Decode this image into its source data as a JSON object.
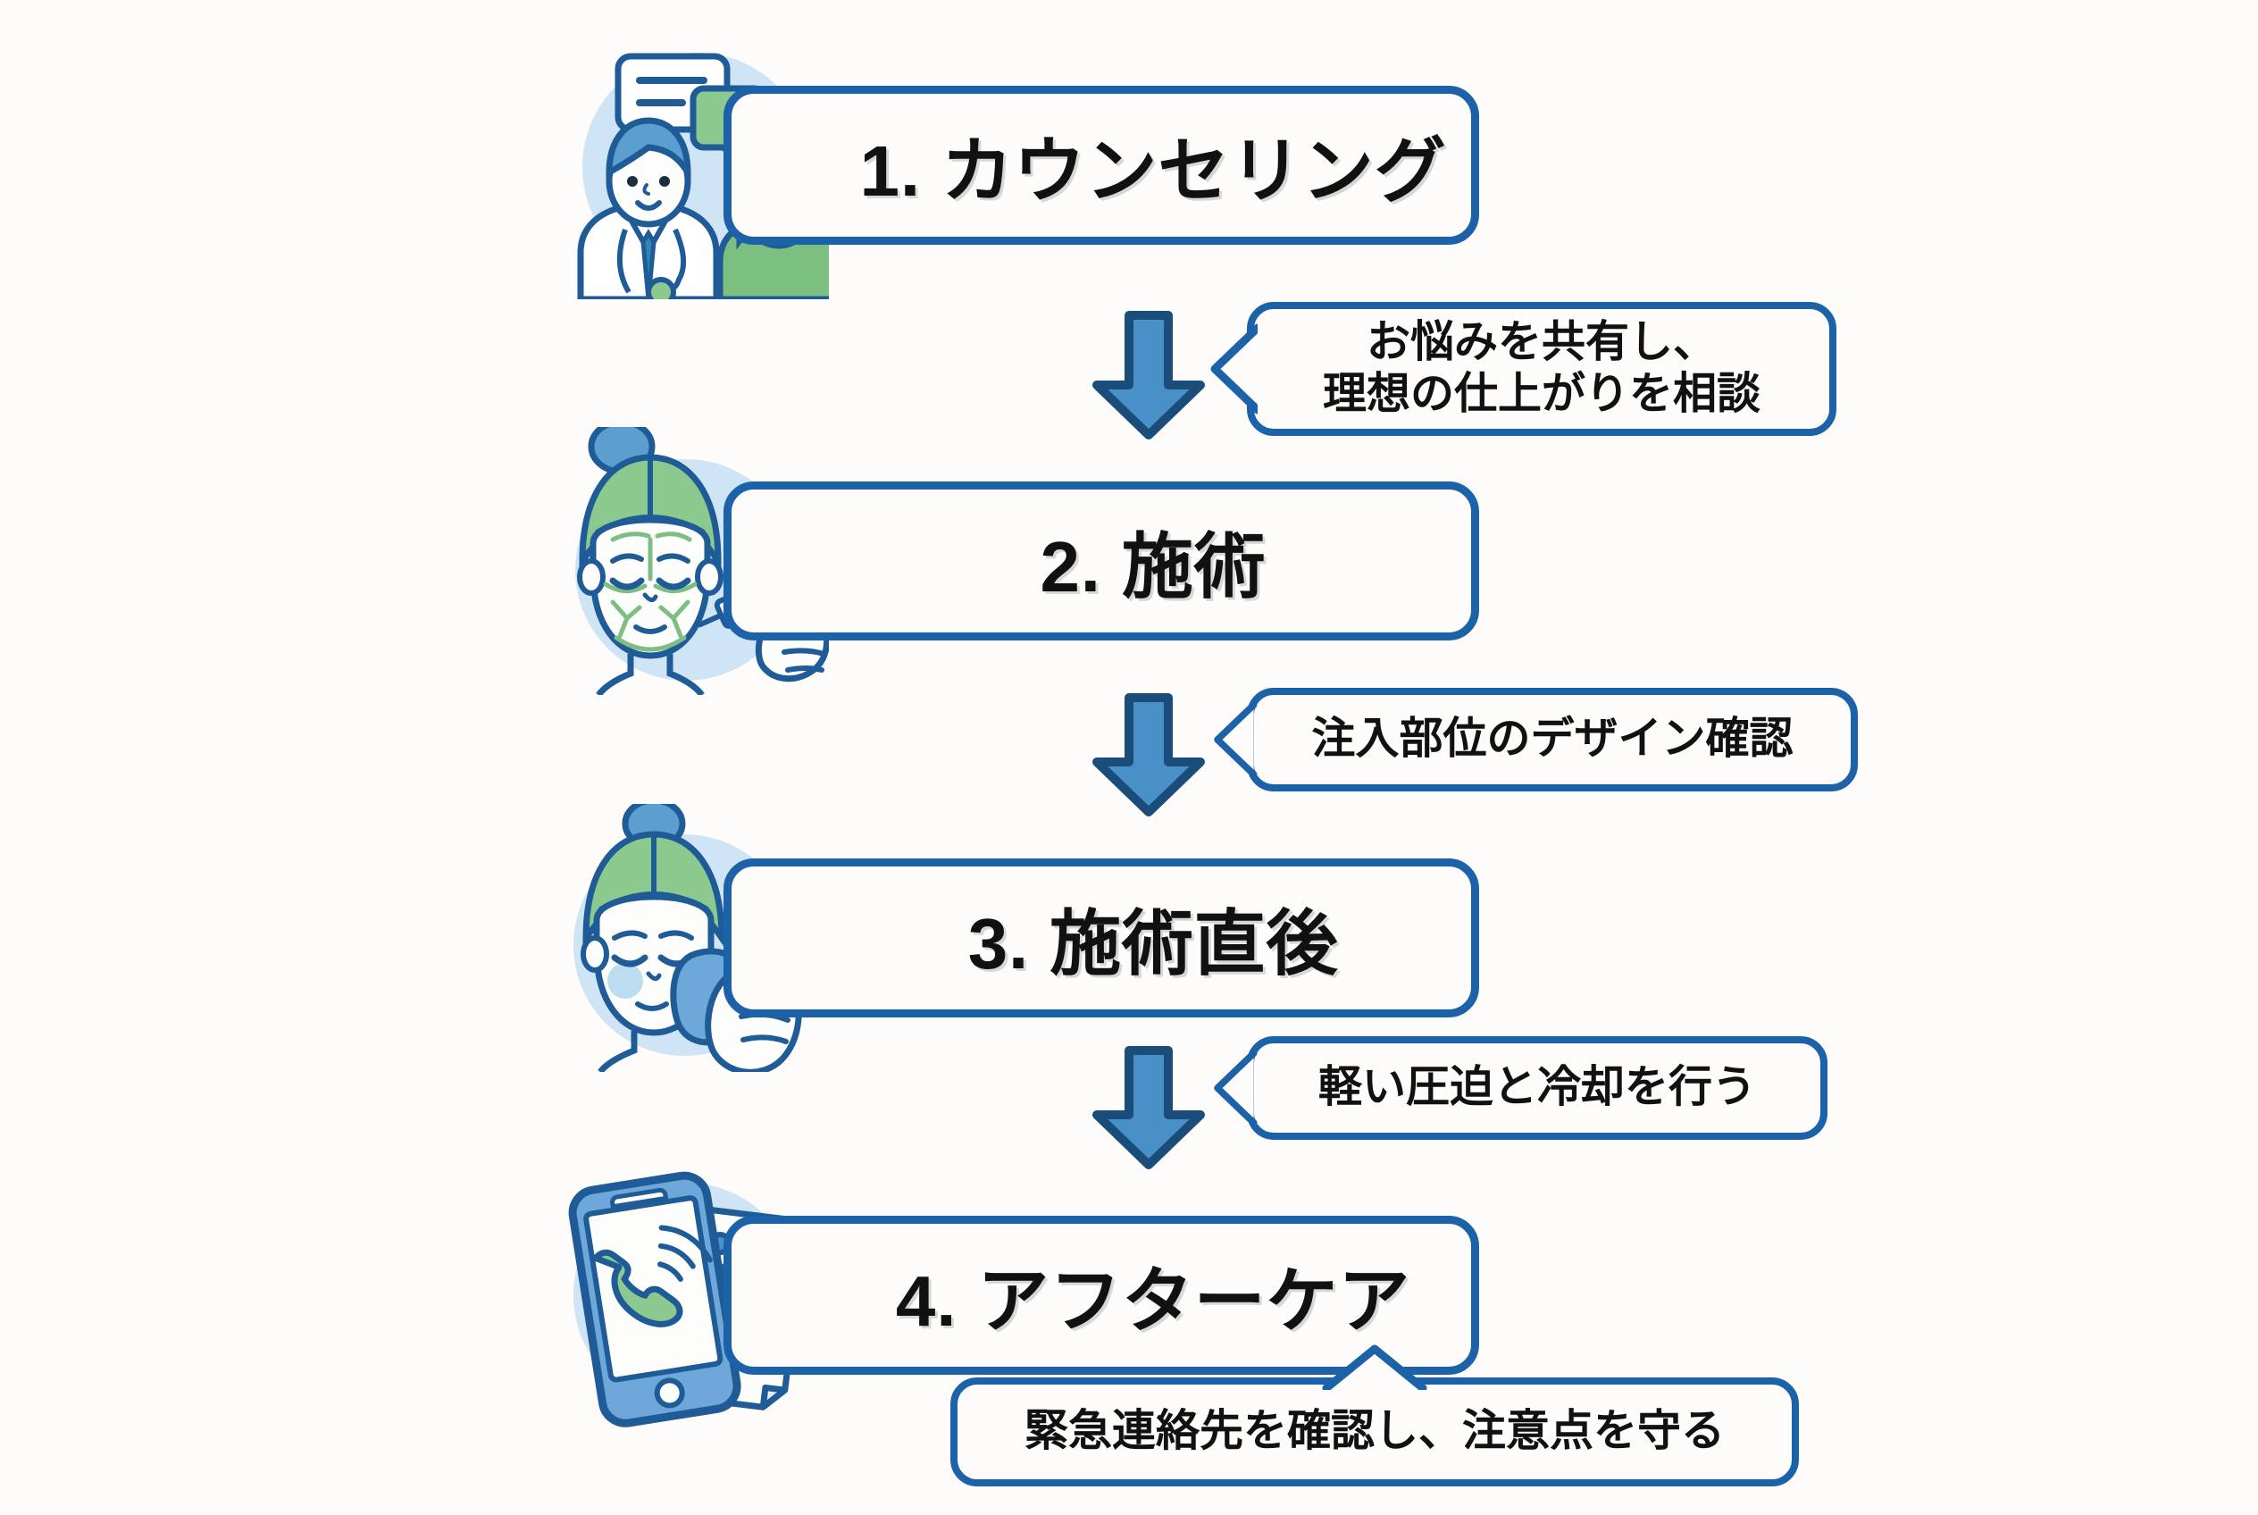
{
  "document": {
    "type": "flowchart",
    "language": "ja",
    "background_color": "#fdfcfa",
    "accent_border_color": "#1b62a8",
    "arrow_fill_color": "#4a90c8",
    "arrow_outline_color": "#1a4d7a",
    "illustration_circle_color": "#cfe4f5",
    "line_art_color": "#1f5b96",
    "green_accent_color": "#7ec08a",
    "text_color": "#111111"
  },
  "steps": [
    {
      "number": "1.",
      "label": "1. カウンセリング",
      "icon": "counseling-doctor-patient-icon"
    },
    {
      "number": "2.",
      "label": "2. 施術",
      "icon": "treatment-injection-face-icon"
    },
    {
      "number": "3.",
      "label": "3. 施術直後",
      "icon": "post-treatment-cooling-icon"
    },
    {
      "number": "4.",
      "label": "4. アフターケア",
      "icon": "aftercare-phone-checklist-icon"
    }
  ],
  "connectors": [
    {
      "arrow": "down-arrow-icon",
      "note": "お悩みを共有し、\n理想の仕上がりを相談",
      "tail": "left"
    },
    {
      "arrow": "down-arrow-icon",
      "note": "注入部位のデザイン確認",
      "tail": "left"
    },
    {
      "arrow": "down-arrow-icon",
      "note": "軽い圧迫と冷却を行う",
      "tail": "left"
    }
  ],
  "footer_note": {
    "note": "緊急連絡先を確認し、注意点を守る",
    "tail": "up"
  }
}
